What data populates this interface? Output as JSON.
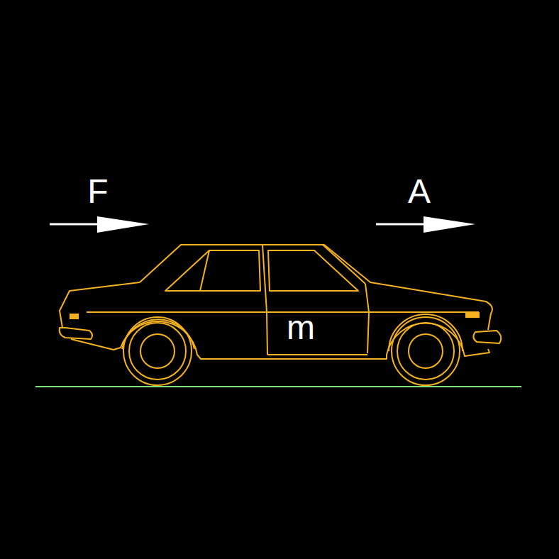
{
  "diagram": {
    "labels": [
      "F",
      "A",
      "m"
    ]
  }
}
